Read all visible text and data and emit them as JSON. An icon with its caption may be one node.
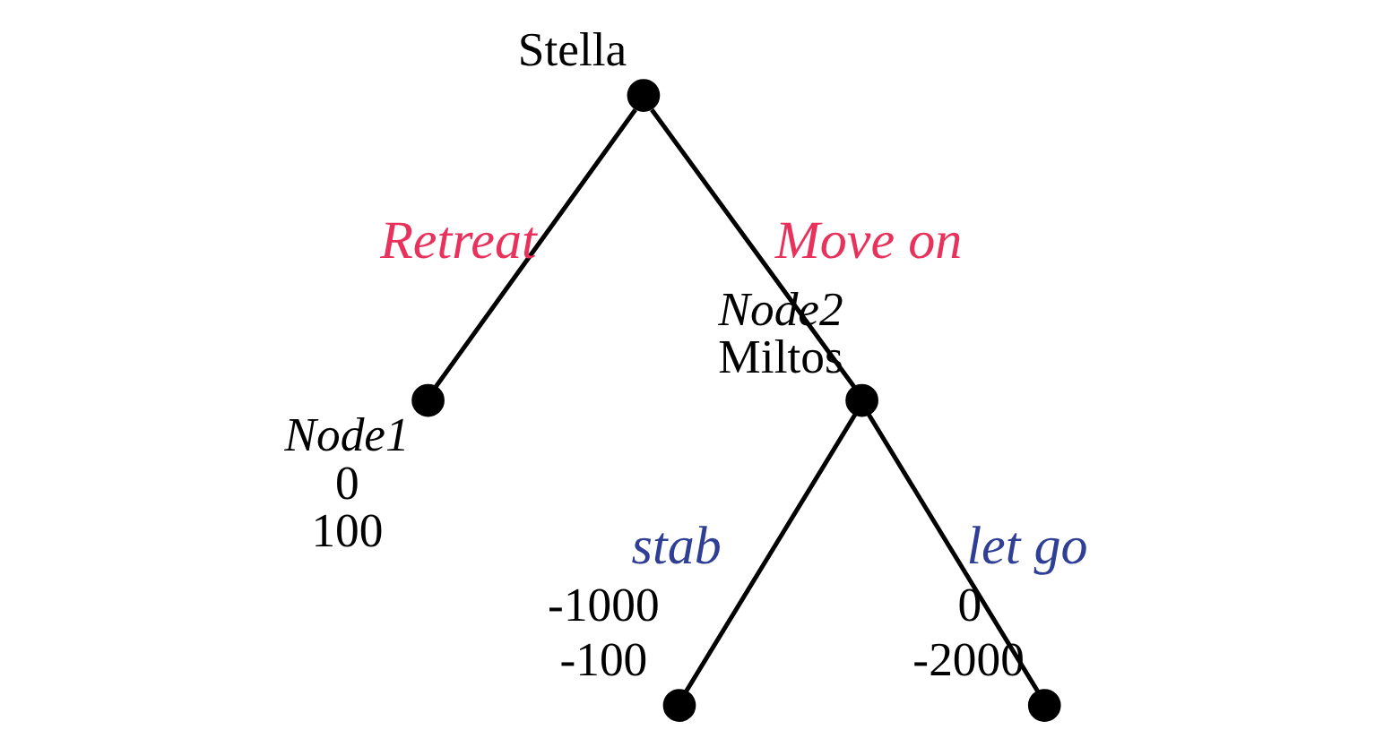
{
  "diagram": {
    "nodes": [
      {
        "text": [],
        "shape": "circle",
        "beside": [
          "Stella"
        ]
      },
      {
        "text": [],
        "shape": "circle",
        "beside": [
          "Node1",
          "0 100"
        ]
      },
      {
        "text": [],
        "shape": "circle",
        "beside": [
          "Node2",
          "Miltos"
        ]
      },
      {
        "text": [],
        "shape": "circle",
        "beside": [
          "-1000 -100"
        ]
      },
      {
        "text": [],
        "shape": "circle",
        "beside": [
          "0 -2000"
        ]
      }
    ],
    "edges": [
      {
        "from": 0,
        "to": 1,
        "arrow": "none",
        "label": "Retreat"
      },
      {
        "from": 0,
        "to": 2,
        "arrow": "none",
        "label": "Move on"
      },
      {
        "from": 2,
        "to": 3,
        "arrow": "none",
        "label": "stab"
      },
      {
        "from": 2,
        "to": 4,
        "arrow": "none",
        "label": "let go"
      }
    ]
  }
}
